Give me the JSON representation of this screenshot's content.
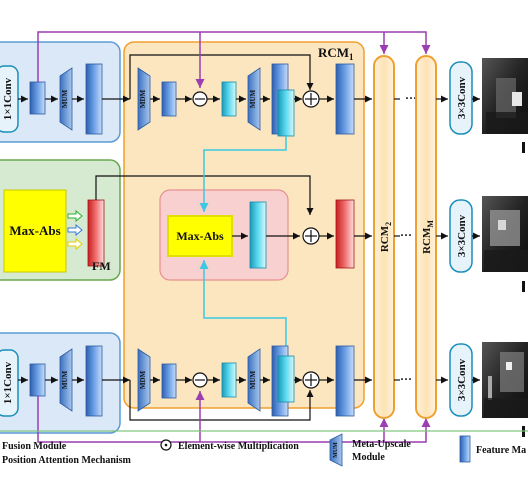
{
  "labels": {
    "conv1x1_top": "1×1Conv",
    "conv1x1_bottom": "1×1Conv",
    "mum": "MUM",
    "mdm": "MDM",
    "rcm1_base": "RCM",
    "rcm1_sub": "1",
    "maxabs_fm": "Max-Abs",
    "maxabs_rcm": "Max-Abs",
    "fm": "FM",
    "rcm2_base": "RCM",
    "rcm2_sub": "2",
    "rcmm_base": "RCM",
    "rcmm_sub": "M",
    "conv3x3": "3×3Conv",
    "ellipsis": "···"
  },
  "legend": {
    "fusion_module": "Fusion Module",
    "position_attention": "Position Attention Mechanism",
    "elementwise_mult": "Element-wise Multiplication",
    "meta_upscale": "Meta-Upscale",
    "meta_upscale_line2": "Module",
    "mum_icon": "MUM",
    "feature_map": "Feature Ma"
  },
  "colors": {
    "blue_panel": "#dbe8f8",
    "blue_border": "#5b9bd5",
    "green_panel": "#d5ead0",
    "green_border": "#6aa84f",
    "orange_panel": "#fbe6c0",
    "orange_border": "#f0a030",
    "pink_panel": "#f8d0d0",
    "yellow": "#ffff00",
    "purple": "#9a3fb0",
    "cyan": "#3cc8e0"
  }
}
